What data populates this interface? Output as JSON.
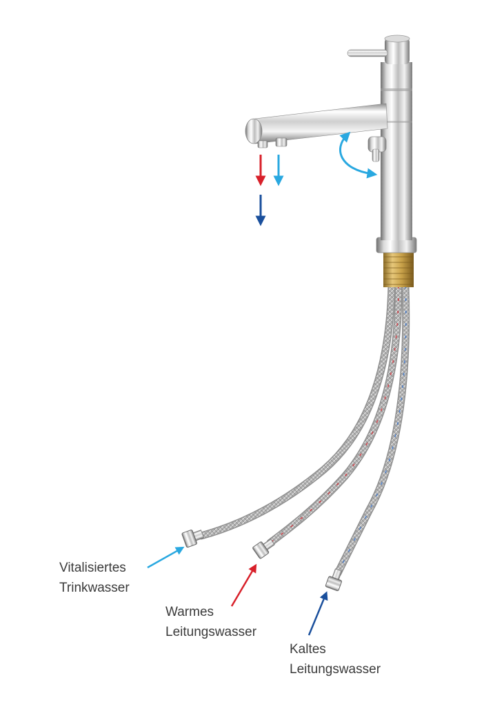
{
  "colors": {
    "vitalized": "#29a8e0",
    "warm": "#d8202a",
    "cold": "#1a4f9c",
    "chrome_light": "#f7f7f7",
    "chrome_dark": "#8a8a8a",
    "brass": "#c9a24a",
    "hose": "#a8a8a8",
    "text": "#3a3a3a"
  },
  "labels": {
    "vitalized": {
      "line1": "Vitalisiertes",
      "line2": "Trinkwasser",
      "color_key": "vitalized"
    },
    "warm": {
      "line1": "Warmes",
      "line2": "Leitungswasser",
      "color_key": "warm"
    },
    "cold": {
      "line1": "Kaltes",
      "line2": "Leitungswasser",
      "color_key": "cold"
    }
  },
  "icons": {
    "rotation": "curved-double-arrow-icon",
    "flow": "down-arrow-icon",
    "pointer": "diagonal-arrow-icon"
  }
}
